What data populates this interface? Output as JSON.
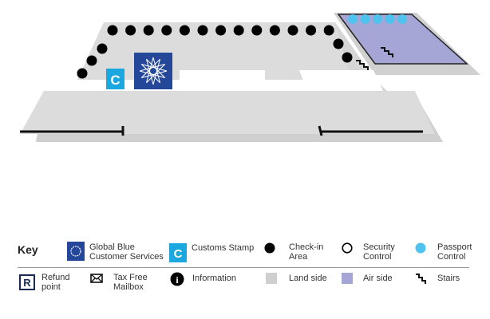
{
  "map": {
    "customs_letter": "C",
    "colors": {
      "landside": "#d9d9d9",
      "airside": "#a6a6d6",
      "checkin": "#000000",
      "passport": "#4fc3ee",
      "customs": "#1ba8e0",
      "globalblue": "#24479a"
    }
  },
  "legend": {
    "title": "Key",
    "items": [
      {
        "label1": "Global Blue",
        "label2": "Customer Services"
      },
      {
        "label1": "Customs Stamp",
        "label2": ""
      },
      {
        "label1": "Check-in",
        "label2": "Area"
      },
      {
        "label1": "Security",
        "label2": "Control"
      },
      {
        "label1": "Passport",
        "label2": "Control"
      },
      {
        "label1": "Refund",
        "label2": "point"
      },
      {
        "label1": "Tax Free",
        "label2": "Mailbox"
      },
      {
        "label1": "Information",
        "label2": ""
      },
      {
        "label1": "Land side",
        "label2": ""
      },
      {
        "label1": "Air side",
        "label2": ""
      },
      {
        "label1": "Stairs",
        "label2": ""
      }
    ],
    "refund_letter": "R",
    "info_letter": "i"
  }
}
